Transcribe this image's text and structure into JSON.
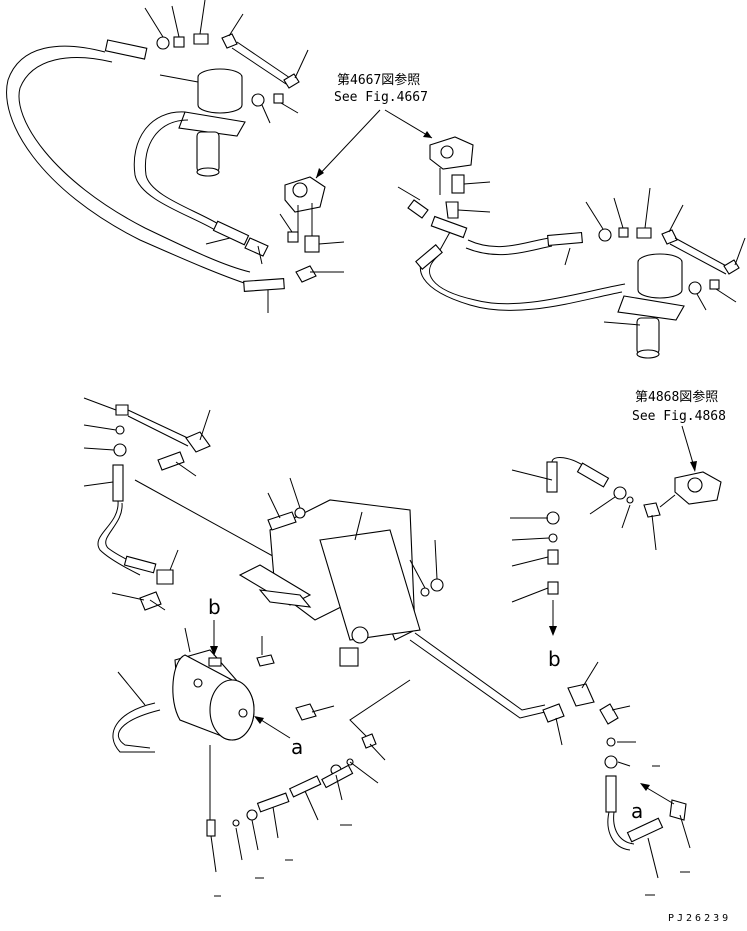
{
  "references": {
    "fig_4667_jp": "第4667図参照",
    "fig_4667_en": "See Fig.4667",
    "fig_4868_jp": "第4868図参照",
    "fig_4868_en": "See Fig.4868"
  },
  "callouts": {
    "b_top": "b",
    "b_bottom": "b",
    "a_left": "a",
    "a_right": "a"
  },
  "drawing_code": "PJ26239"
}
